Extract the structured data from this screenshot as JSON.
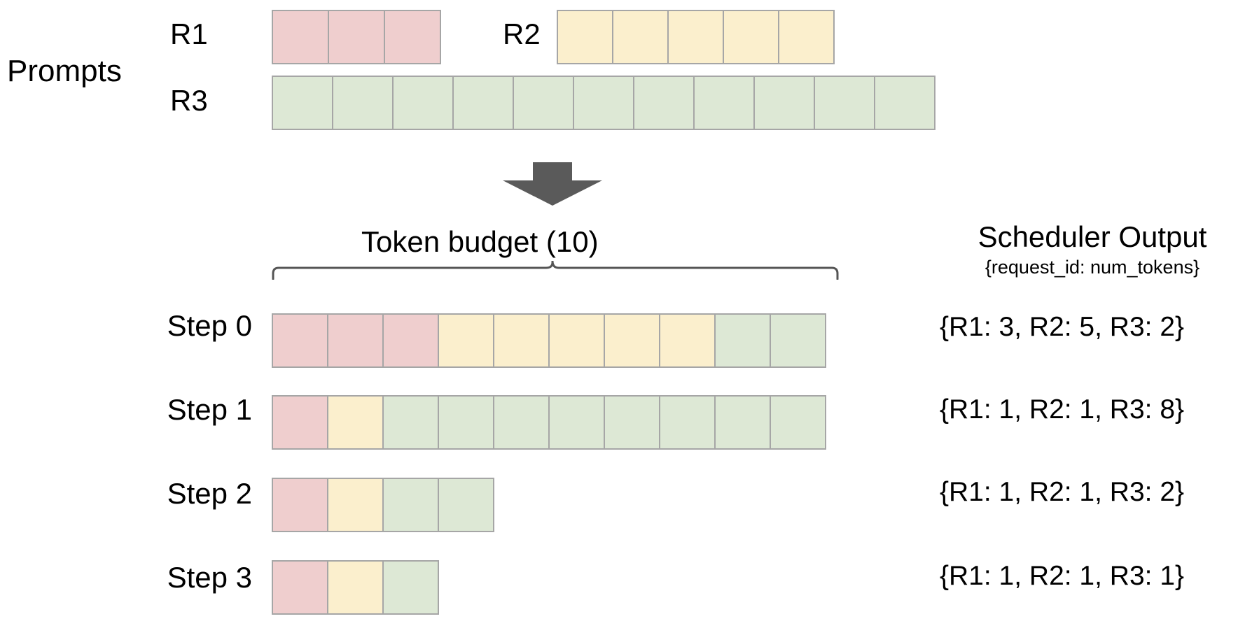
{
  "figure": {
    "prompts_label": "Prompts",
    "requests": [
      {
        "id": "R1",
        "label": "R1",
        "tokens": 3,
        "color_key": "pink"
      },
      {
        "id": "R2",
        "label": "R2",
        "tokens": 5,
        "color_key": "yellow"
      },
      {
        "id": "R3",
        "label": "R3",
        "tokens": 11,
        "color_key": "green"
      }
    ],
    "arrow": {
      "name": "down-arrow",
      "color": "#5a5a5a"
    },
    "token_budget": {
      "label": "Token  budget (10)",
      "value": 10
    },
    "scheduler": {
      "title": "Scheduler Output",
      "subtitle": "{request_id: num_tokens}"
    },
    "steps": [
      {
        "label": "Step 0",
        "output": "{R1: 3, R2: 5, R3: 2}",
        "segments": [
          {
            "color_key": "pink",
            "count": 3
          },
          {
            "color_key": "yellow",
            "count": 5
          },
          {
            "color_key": "green",
            "count": 2
          }
        ]
      },
      {
        "label": "Step 1",
        "output": "{R1: 1, R2: 1, R3: 8}",
        "segments": [
          {
            "color_key": "pink",
            "count": 1
          },
          {
            "color_key": "yellow",
            "count": 1
          },
          {
            "color_key": "green",
            "count": 8
          }
        ]
      },
      {
        "label": "Step 2",
        "output": "{R1: 1, R2: 1, R3: 2}",
        "segments": [
          {
            "color_key": "pink",
            "count": 1
          },
          {
            "color_key": "yellow",
            "count": 1
          },
          {
            "color_key": "green",
            "count": 2
          }
        ]
      },
      {
        "label": "Step 3",
        "output": "{R1: 1, R2: 1, R3: 1}",
        "segments": [
          {
            "color_key": "pink",
            "count": 1
          },
          {
            "color_key": "yellow",
            "count": 1
          },
          {
            "color_key": "green",
            "count": 1
          }
        ]
      }
    ],
    "colors": {
      "pink": "#efcece",
      "yellow": "#fbefcd",
      "green": "#dde8d5",
      "border": "#a6a6a6",
      "arrow": "#5a5a5a",
      "brace": "#555555",
      "text": "#000000",
      "background": "#ffffff"
    }
  }
}
